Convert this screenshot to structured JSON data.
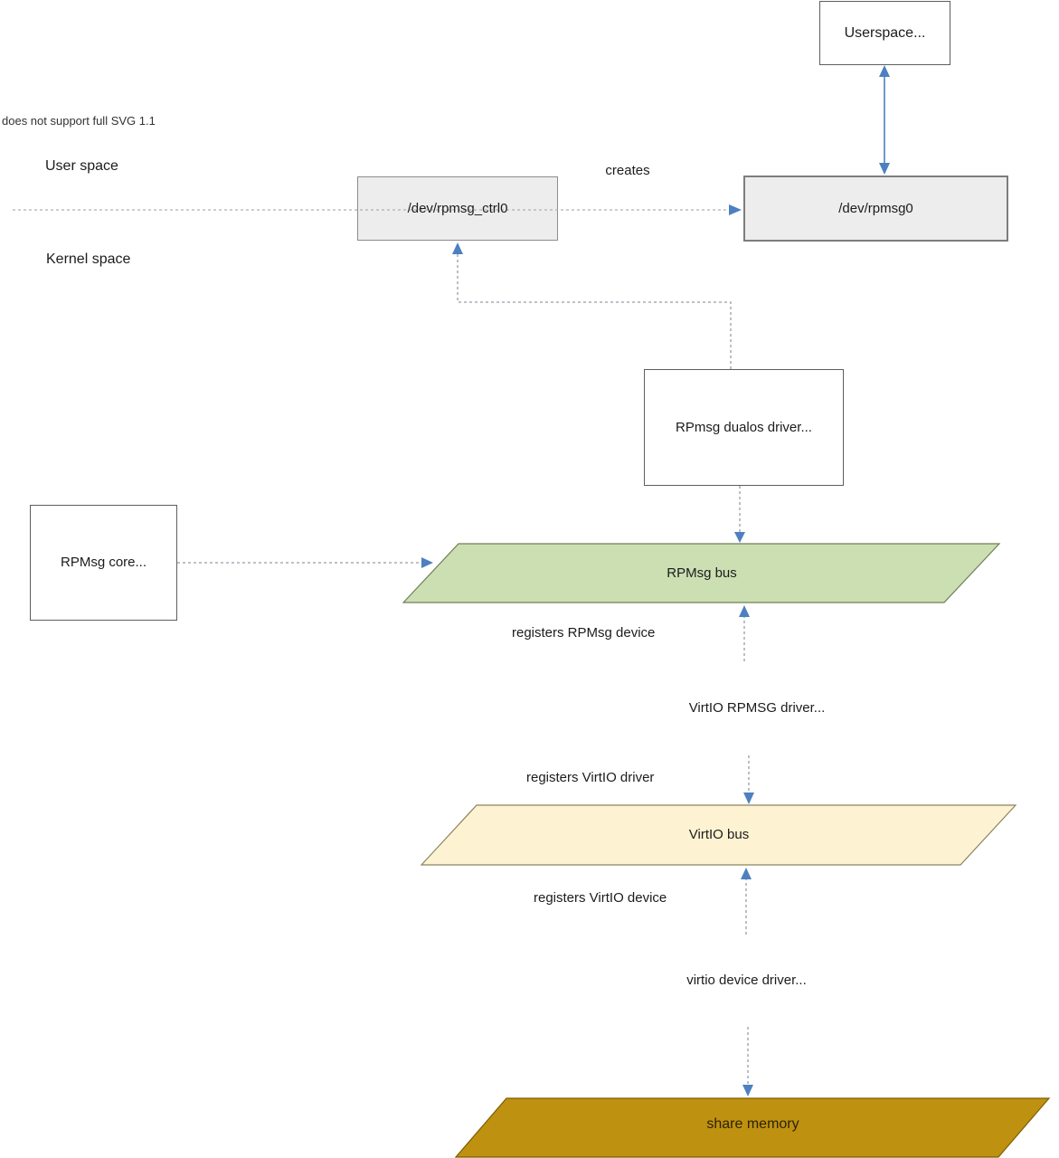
{
  "notice": "does not support full SVG 1.1",
  "regions": {
    "user": "User space",
    "kernel": "Kernel space"
  },
  "nodes": {
    "userspace": "Userspace...",
    "dev_rpmsg_ctrl0": "/dev/rpmsg_ctrl0",
    "dev_rpmsg0": "/dev/rpmsg0",
    "rpmsg_dualos_driver": "RPmsg dualos driver...",
    "rpmsg_core": "RPMsg core...",
    "rpmsg_bus": "RPMsg bus",
    "virtio_rpmsg_driver": "VirtIO RPMSG driver...",
    "virtio_bus": "VirtIO bus",
    "virtio_device_driver": "virtio device driver...",
    "share_memory": "share memory"
  },
  "edge_labels": {
    "creates": "creates",
    "registers_rpmsg_device": "registers RPMsg device",
    "registers_virtio_driver": "registers VirtIO driver",
    "registers_virtio_device": "registers VirtIO device"
  },
  "colors": {
    "arrow_blue": "#4e80c0",
    "dash_gray": "#949ea9",
    "bus_green_fill": "#cbdfb3",
    "bus_green_stroke": "#6f7f55",
    "virtio_bus_fill": "#fdf3d2",
    "virtio_bus_stroke": "#8b835f",
    "share_memory_fill": "#bf9110",
    "share_memory_stroke": "#7c5e00",
    "device_node_fill": "#ededed"
  }
}
